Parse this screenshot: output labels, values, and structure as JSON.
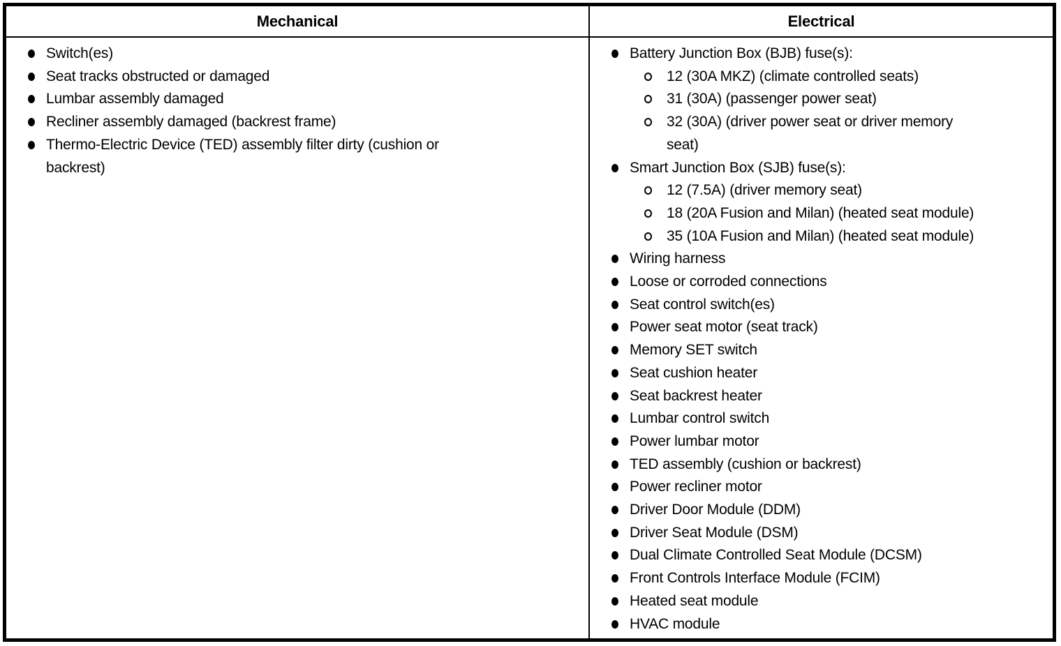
{
  "colors": {
    "border": "#000000",
    "text": "#000000",
    "background": "#ffffff"
  },
  "table": {
    "columns": [
      {
        "header": "Mechanical",
        "items": [
          {
            "text": "Switch(es)"
          },
          {
            "text": "Seat tracks obstructed or damaged"
          },
          {
            "text": "Lumbar assembly damaged"
          },
          {
            "text": "Recliner assembly damaged (backrest frame)"
          },
          {
            "text": "Thermo-Electric Device (TED) assembly filter dirty (cushion or\nbackrest)"
          }
        ]
      },
      {
        "header": "Electrical",
        "items": [
          {
            "text": "Battery Junction Box (BJB) fuse(s):",
            "sub": [
              "12 (30A MKZ) (climate controlled seats)",
              "31 (30A) (passenger power seat)",
              "32 (30A) (driver power seat or driver memory\nseat)"
            ]
          },
          {
            "text": "Smart Junction Box (SJB) fuse(s):",
            "sub": [
              "12 (7.5A) (driver memory seat)",
              "18 (20A Fusion and Milan) (heated seat module)",
              "35 (10A Fusion and Milan) (heated seat module)"
            ]
          },
          {
            "text": "Wiring harness"
          },
          {
            "text": "Loose or corroded connections"
          },
          {
            "text": "Seat control switch(es)"
          },
          {
            "text": "Power seat motor (seat track)"
          },
          {
            "text": "Memory SET switch"
          },
          {
            "text": "Seat cushion heater"
          },
          {
            "text": "Seat backrest heater"
          },
          {
            "text": "Lumbar control switch"
          },
          {
            "text": "Power lumbar motor"
          },
          {
            "text": "TED assembly (cushion or backrest)"
          },
          {
            "text": "Power recliner motor"
          },
          {
            "text": "Driver Door Module (DDM)"
          },
          {
            "text": "Driver Seat Module (DSM)"
          },
          {
            "text": "Dual Climate Controlled Seat Module (DCSM)"
          },
          {
            "text": "Front Controls Interface Module (FCIM)"
          },
          {
            "text": "Heated seat module"
          },
          {
            "text": "HVAC module"
          }
        ]
      }
    ]
  }
}
